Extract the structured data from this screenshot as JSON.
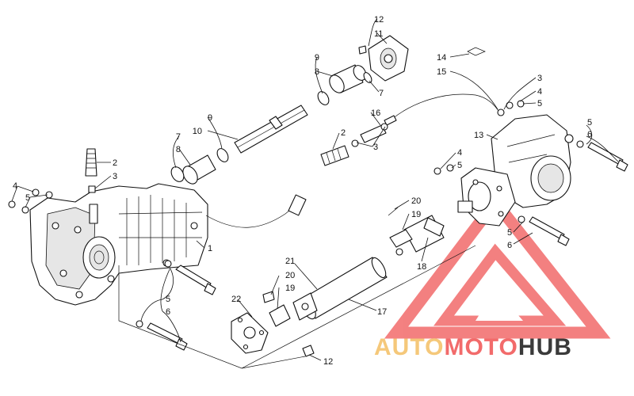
{
  "callouts": [
    {
      "id": "c12a",
      "text": "12"
    },
    {
      "id": "c11",
      "text": "11"
    },
    {
      "id": "c14",
      "text": "14"
    },
    {
      "id": "c15",
      "text": "15"
    },
    {
      "id": "c9a",
      "text": "9"
    },
    {
      "id": "c8a",
      "text": "8"
    },
    {
      "id": "c7a",
      "text": "7"
    },
    {
      "id": "c3a",
      "text": "3"
    },
    {
      "id": "c4a",
      "text": "4"
    },
    {
      "id": "c5a",
      "text": "5"
    },
    {
      "id": "c13",
      "text": "13"
    },
    {
      "id": "c5b",
      "text": "5"
    },
    {
      "id": "c6a",
      "text": "6"
    },
    {
      "id": "c16",
      "text": "16"
    },
    {
      "id": "c2a",
      "text": "2"
    },
    {
      "id": "c3b",
      "text": "3"
    },
    {
      "id": "c9b",
      "text": "9"
    },
    {
      "id": "c10",
      "text": "10"
    },
    {
      "id": "c7b",
      "text": "7"
    },
    {
      "id": "c8b",
      "text": "8"
    },
    {
      "id": "c2b",
      "text": "2"
    },
    {
      "id": "c3c",
      "text": "3"
    },
    {
      "id": "c4b",
      "text": "4"
    },
    {
      "id": "c5c",
      "text": "5"
    },
    {
      "id": "c4c",
      "text": "4"
    },
    {
      "id": "c5d",
      "text": "5"
    },
    {
      "id": "c1",
      "text": "1"
    },
    {
      "id": "c20a",
      "text": "20"
    },
    {
      "id": "c19a",
      "text": "19"
    },
    {
      "id": "c5e",
      "text": "5"
    },
    {
      "id": "c6b",
      "text": "6"
    },
    {
      "id": "c18",
      "text": "18"
    },
    {
      "id": "c21",
      "text": "21"
    },
    {
      "id": "c20b",
      "text": "20"
    },
    {
      "id": "c19b",
      "text": "19"
    },
    {
      "id": "c22",
      "text": "22"
    },
    {
      "id": "c17",
      "text": "17"
    },
    {
      "id": "c5f",
      "text": "5"
    },
    {
      "id": "c6c",
      "text": "6"
    },
    {
      "id": "c12b",
      "text": "12"
    }
  ],
  "watermark": {
    "part1": "AUTO",
    "part2": "MOTO",
    "part3": "HUB",
    "color_yellow": "#f5c87a",
    "color_red": "#f26b6b",
    "color_dark": "#3a3a3a",
    "triangle_color": "#f26b6b"
  }
}
